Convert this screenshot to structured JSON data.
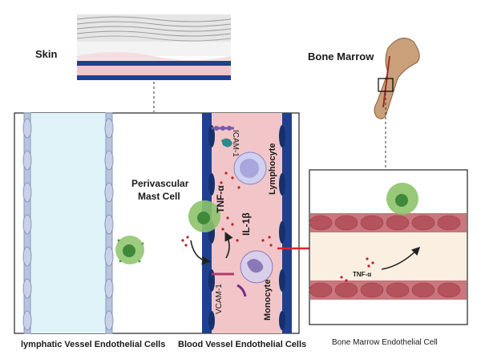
{
  "labels": {
    "skin": "Skin",
    "bone_marrow": "Bone Marrow",
    "perivascular": "Perivascular",
    "mast_cell": "Mast Cell",
    "icam1": "ICAM-1",
    "tnf_alpha": "TNF-α",
    "il1b": "IL-1β",
    "lymphocyte": "Lymphocyte",
    "vcam1": "VCAM-1",
    "monocyte": "Monocyte",
    "tnf_alpha_small": "TNF-α",
    "lymphatic_caption": "lymphatic Vessel Endothelial Cells",
    "blood_caption": "Blood Vessel Endothelial Cells",
    "marrow_caption": "Bone Marrow Endothelial Cell"
  },
  "colors": {
    "endothelium_blue": "#1f3f8f",
    "lymph_fill": "#e0f3f8",
    "lymph_cell": "#b8c4de",
    "blood_fill": "#f2c6c8",
    "marrow_wall": "#b5535c",
    "marrow_lumen": "#fbefe2",
    "mast_green": "#8cc36a",
    "arrow_red": "#e0242a",
    "granule_red": "#b8232b",
    "lymphocyte_purple": "#a8a6dc",
    "monocyte_purple": "#8a79b8"
  }
}
